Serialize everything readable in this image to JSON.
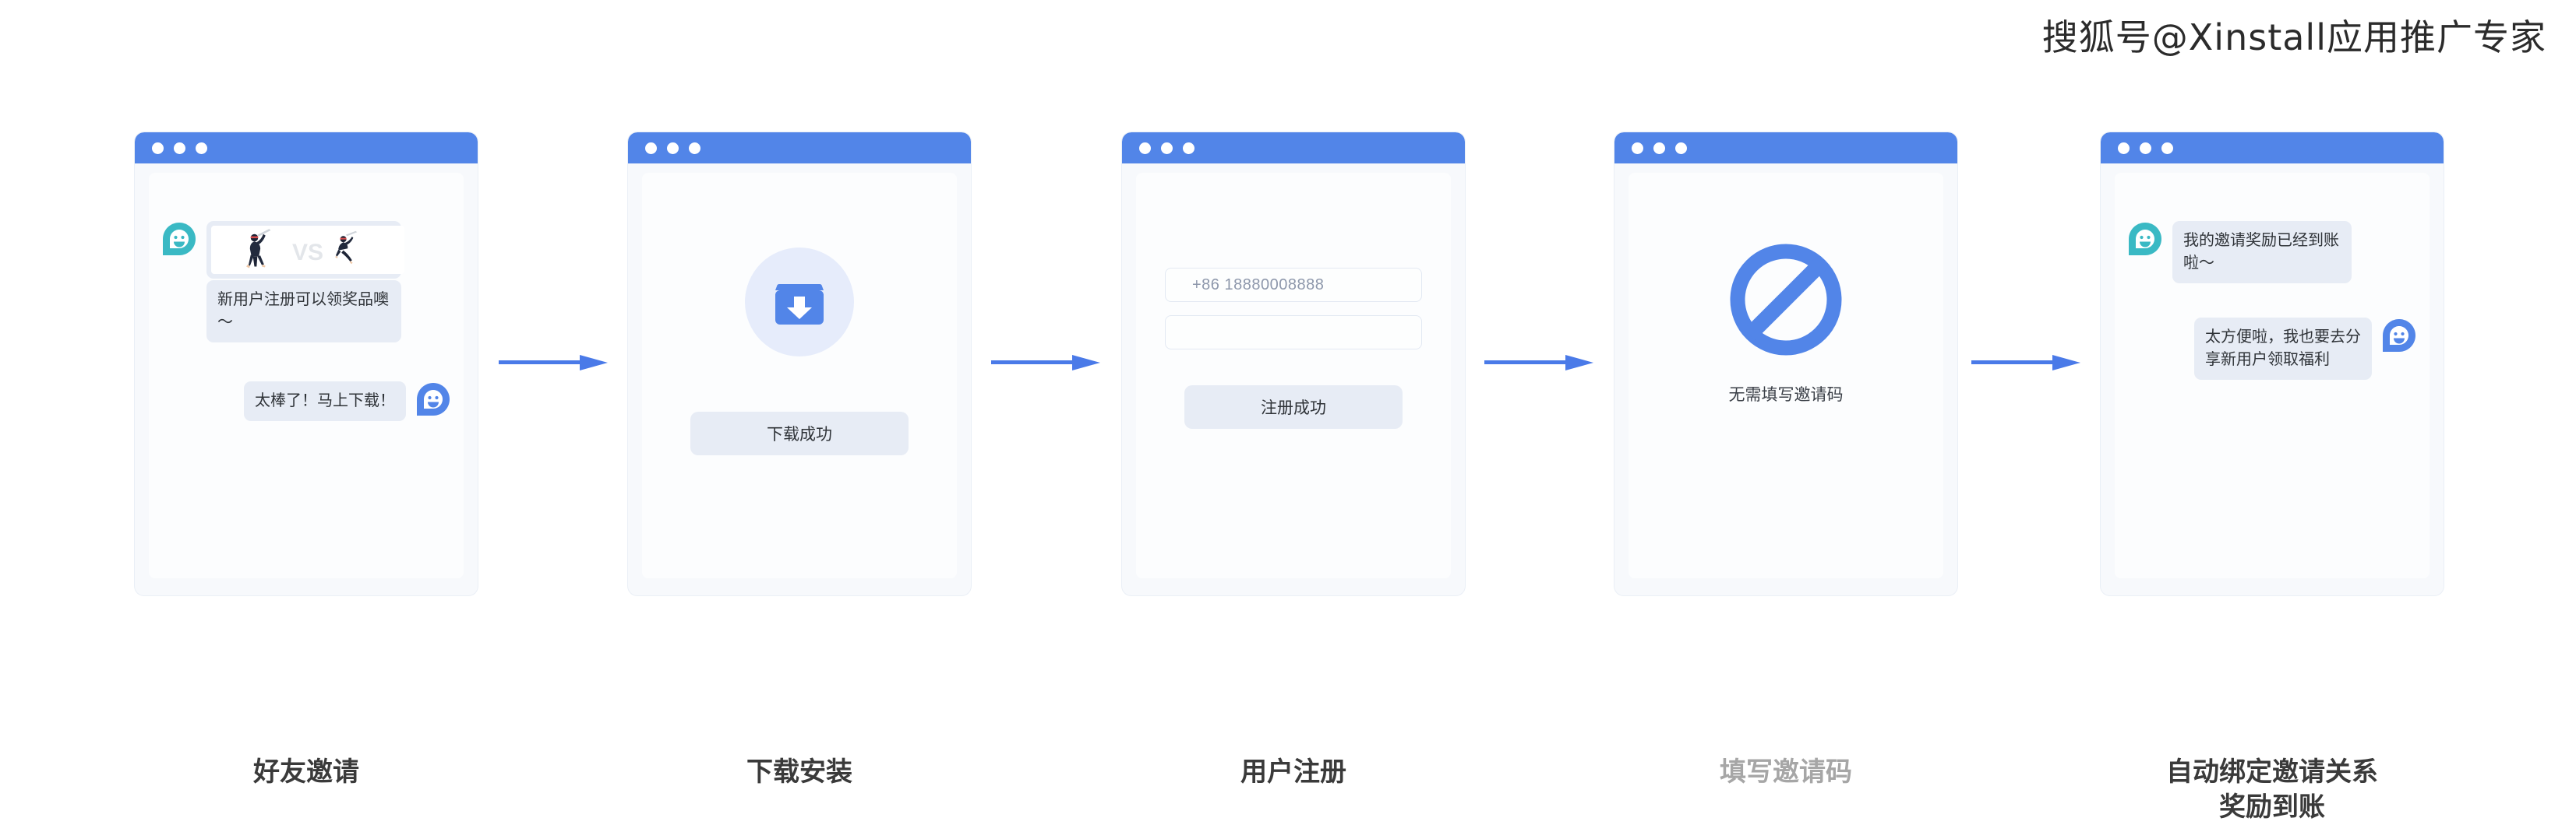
{
  "watermark": "搜狐号@Xinstall应用推广专家",
  "colors": {
    "accent_blue": "#5285e8",
    "titlebar_blue": "#5285e8",
    "bubble_bg": "#e7ecf5",
    "panel_bg": "#f7f9fc",
    "avatar_teal": "#3ab9c4",
    "avatar_blue": "#5285e8",
    "caption_dark": "#3a3a3a",
    "caption_muted": "#a6a6a6",
    "arrow_blue": "#4a7ae8"
  },
  "steps": [
    {
      "id": "friend-invite",
      "caption": "好友邀请",
      "caption_muted": false,
      "messages": [
        {
          "side": "left",
          "avatar": "teal",
          "image": "ninja-vs-banner",
          "vs_label": "VS",
          "text": "新用户注册可以领奖品噢～"
        },
        {
          "side": "right",
          "avatar": "blue",
          "text": "太棒了！马上下载！"
        }
      ]
    },
    {
      "id": "download-install",
      "caption": "下载安装",
      "caption_muted": false,
      "icon": "download-box-icon",
      "button_label": "下载成功"
    },
    {
      "id": "user-register",
      "caption": "用户注册",
      "caption_muted": false,
      "fields": [
        {
          "name": "phone-field",
          "value": "+86  18880008888"
        },
        {
          "name": "code-field",
          "value": ""
        }
      ],
      "button_label": "注册成功"
    },
    {
      "id": "fill-invite-code",
      "caption": "填写邀请码",
      "caption_muted": true,
      "icon": "prohibition-icon",
      "note": "无需填写邀请码"
    },
    {
      "id": "auto-bind-reward",
      "caption_line1": "自动绑定邀请关系",
      "caption_line2": "奖励到账",
      "caption_muted": false,
      "messages": [
        {
          "side": "left",
          "avatar": "teal",
          "text": "我的邀请奖励已经到账啦～"
        },
        {
          "side": "right",
          "avatar": "blue",
          "text": "太方便啦，我也要去分享新用户领取福利"
        }
      ]
    }
  ],
  "arrows": [
    {
      "name": "arrow-step1-to-step2"
    },
    {
      "name": "arrow-step2-to-step3"
    },
    {
      "name": "arrow-step3-to-step4"
    },
    {
      "name": "arrow-step4-to-step5"
    }
  ]
}
